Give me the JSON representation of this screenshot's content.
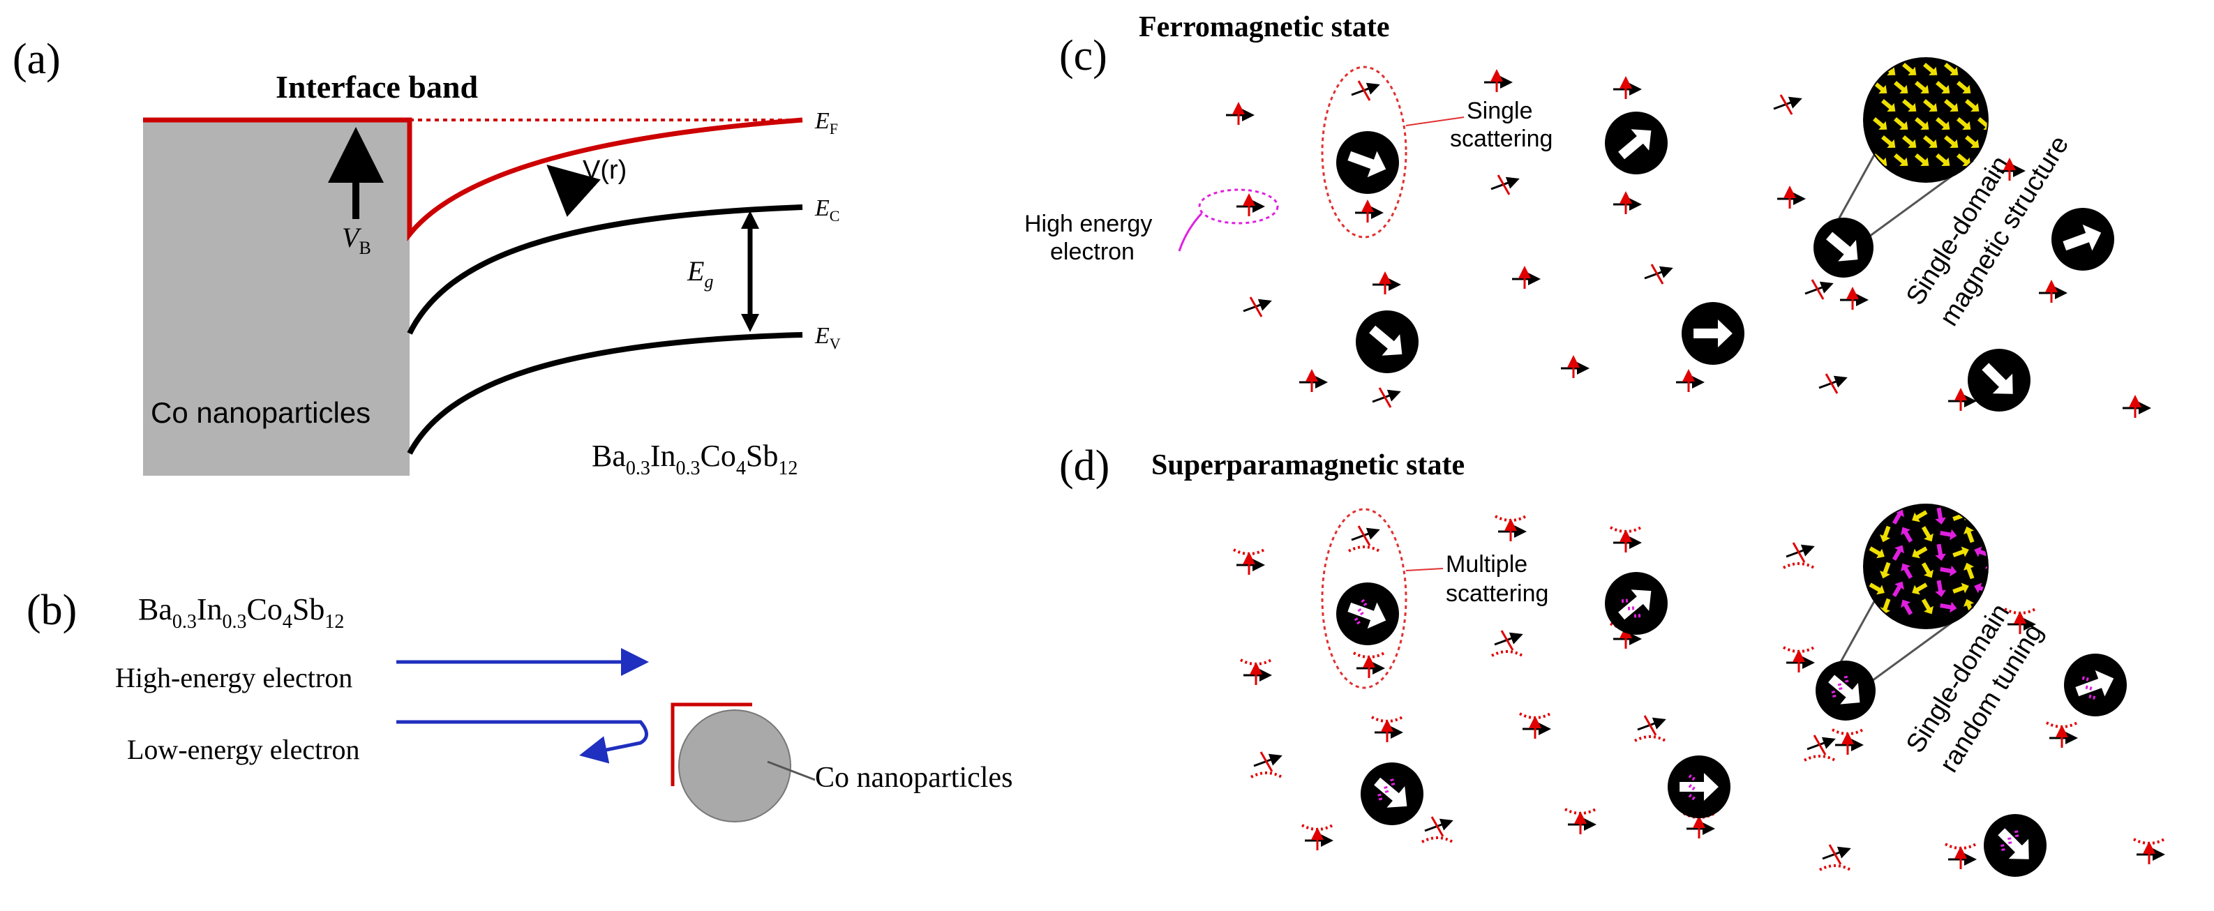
{
  "panel_a": {
    "label": "(a)",
    "title": "Interface band",
    "ef": [
      "E",
      "F"
    ],
    "ec": [
      "E",
      "C"
    ],
    "ev": [
      "E",
      "V"
    ],
    "eg": [
      "E",
      "g"
    ],
    "vb": [
      "V",
      "B"
    ],
    "vr": "V(r)",
    "block": "Co nanoparticles",
    "formula": [
      "Ba",
      "0.3",
      "In",
      "0.3",
      "Co",
      "4",
      "Sb",
      "12"
    ]
  },
  "panel_b": {
    "label": "(b)",
    "formula": [
      "Ba",
      "0.3",
      "In",
      "0.3",
      "Co",
      "4",
      "Sb",
      "12"
    ],
    "high": "High-energy electron",
    "low": "Low-energy electron",
    "particle": "Co nanoparticles"
  },
  "panel_c": {
    "label": "(c)",
    "title": "Ferromagnetic state",
    "scatter": [
      "Single",
      "scattering"
    ],
    "high_energy": [
      "High energy",
      "electron"
    ],
    "structure": [
      "Single-domain",
      "magnetic structure"
    ]
  },
  "panel_d": {
    "label": "(d)",
    "title": "Superparamagnetic state",
    "scatter": [
      "Multiple",
      "scattering"
    ],
    "structure": [
      "Single-domain",
      "random tuning"
    ]
  },
  "colors": {
    "red_curve": "#cc0000",
    "block_gray": "#b3b3b3",
    "arrow_blue": "#1f2fbf",
    "spin_yellow": "#f0e000",
    "spin_magenta": "#e020e0"
  }
}
